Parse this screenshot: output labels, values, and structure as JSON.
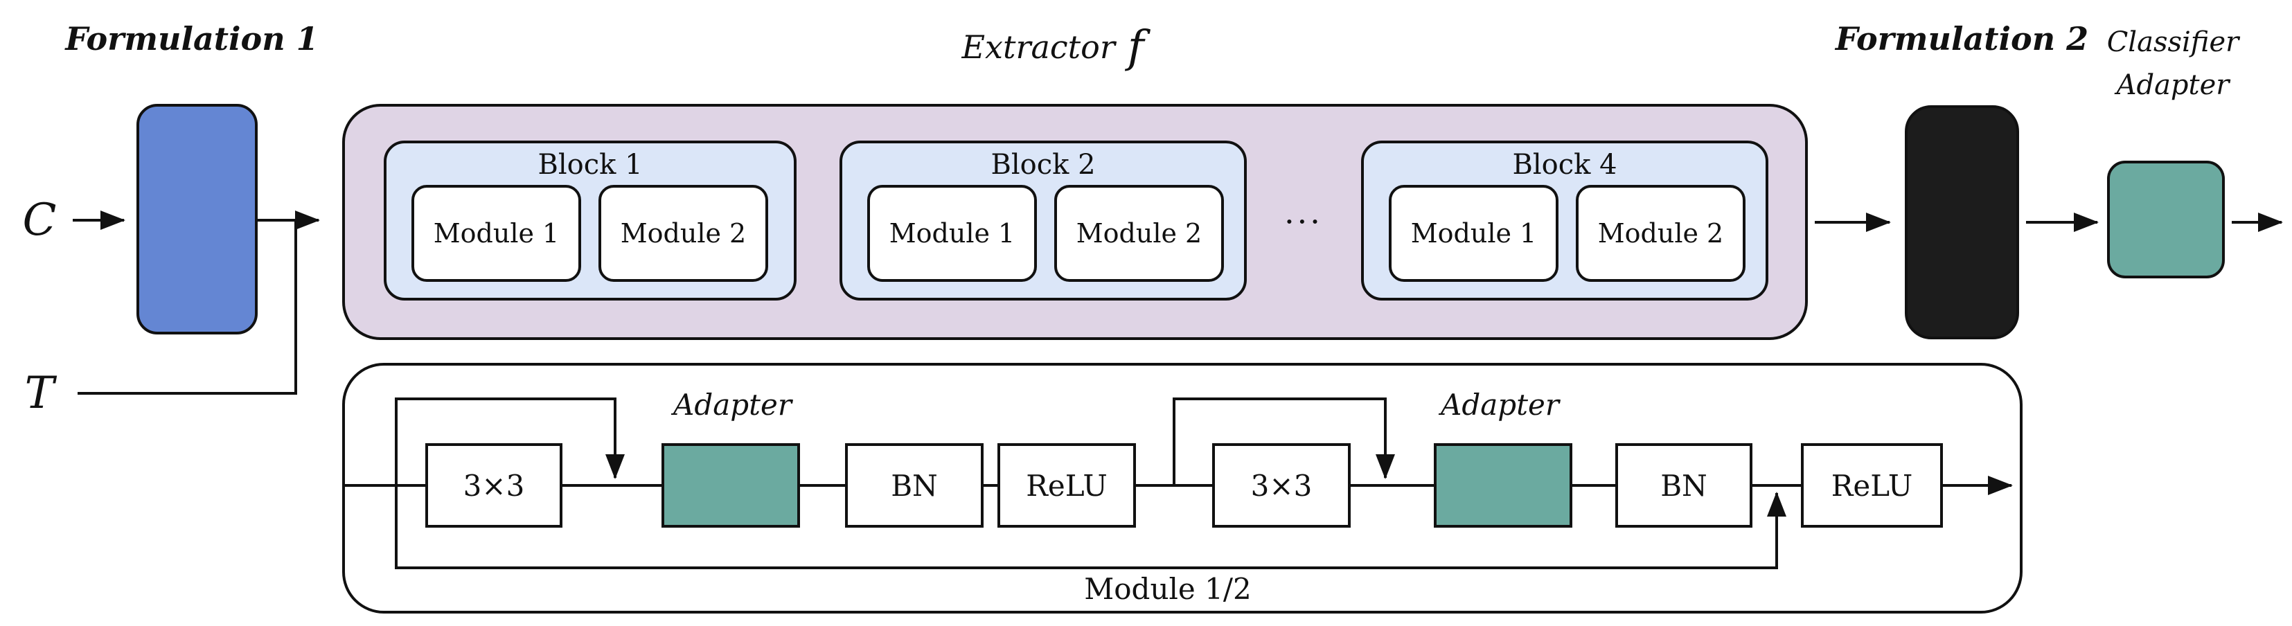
{
  "titles": {
    "formulation1": "Formulation 1",
    "formulation2": "Formulation 2",
    "extractor_name": "Extractor",
    "extractor_symbol": "f",
    "classifier_line1": "Classifier",
    "classifier_line2": "Adapter"
  },
  "inputs": {
    "context_symbol": "C",
    "task_symbol": "T"
  },
  "extractor": {
    "ellipsis": "···",
    "blocks": [
      {
        "label": "Block 1",
        "modules": [
          {
            "label": "Module 1"
          },
          {
            "label": "Module 2"
          }
        ]
      },
      {
        "label": "Block 2",
        "modules": [
          {
            "label": "Module 1"
          },
          {
            "label": "Module 2"
          }
        ]
      },
      {
        "label": "Block 4",
        "modules": [
          {
            "label": "Module 1"
          },
          {
            "label": "Module 2"
          }
        ]
      }
    ]
  },
  "module_detail": {
    "conv1": "3×3",
    "adapter1_label": "Adapter",
    "bn1": "BN",
    "relu1": "ReLU",
    "conv2": "3×3",
    "adapter2_label": "Adapter",
    "bn2": "BN",
    "relu2": "ReLU",
    "footer": "Module 1/2"
  },
  "colors": {
    "formulation1_box": "#6486d3",
    "extractor_container": "#dfd4e5",
    "block_fill": "#dbe6f8",
    "module_fill": "#ffffff",
    "formulation2_box": "#1c1c1c",
    "adapter_fill": "#6baaa0",
    "line": "#111111"
  }
}
